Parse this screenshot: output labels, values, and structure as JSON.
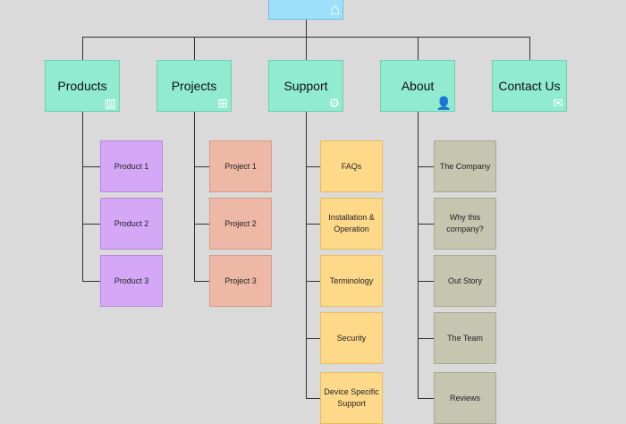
{
  "root": {
    "icon": "home-icon"
  },
  "sections": [
    {
      "label": "Products",
      "icon": "bar-chart-icon",
      "children": [
        "Product 1",
        "Product 2",
        "Product 3"
      ]
    },
    {
      "label": "Projects",
      "icon": "sitemap-icon",
      "children": [
        "Project 1",
        "Project 2",
        "Project 3"
      ]
    },
    {
      "label": "Support",
      "icon": "gears-icon",
      "children": [
        "FAQs",
        "Installation & Operation",
        "Terminology",
        "Security",
        "Device Specific Support"
      ]
    },
    {
      "label": "About",
      "icon": "user-icon",
      "children": [
        "The Company",
        "Why this company?",
        "Out Story",
        "The Team",
        "Reviews"
      ]
    },
    {
      "label": "Contact Us",
      "icon": "envelope-icon",
      "children": []
    }
  ],
  "colors": {
    "top": "#90ebd1",
    "home": "#9ee0fb",
    "products": "#d5a8f7",
    "projects": "#edb8a6",
    "support": "#ffd98a",
    "about": "#c6c5b0"
  }
}
